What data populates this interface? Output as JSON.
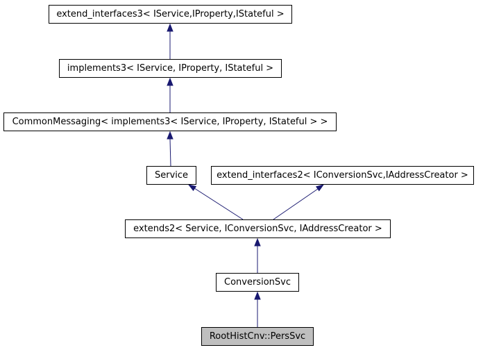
{
  "diagram": {
    "kind": "class-inheritance-graph",
    "nodes": {
      "extend_interfaces3": {
        "label": "extend_interfaces3< IService,IProperty,IStateful >",
        "highlighted": false
      },
      "implements3": {
        "label": "implements3< IService, IProperty, IStateful >",
        "highlighted": false
      },
      "common_messaging": {
        "label": "CommonMessaging< implements3< IService, IProperty, IStateful > >",
        "highlighted": false
      },
      "service": {
        "label": "Service",
        "highlighted": false
      },
      "extend_interfaces2": {
        "label": "extend_interfaces2< IConversionSvc,IAddressCreator >",
        "highlighted": false
      },
      "extends2": {
        "label": "extends2< Service, IConversionSvc, IAddressCreator >",
        "highlighted": false
      },
      "conversion_svc": {
        "label": "ConversionSvc",
        "highlighted": false
      },
      "pers_svc": {
        "label": "RootHistCnv::PersSvc",
        "highlighted": true
      }
    },
    "edges": [
      {
        "from": "implements3",
        "to": "extend_interfaces3",
        "relation": "inherits"
      },
      {
        "from": "common_messaging",
        "to": "implements3",
        "relation": "inherits"
      },
      {
        "from": "service",
        "to": "common_messaging",
        "relation": "inherits"
      },
      {
        "from": "extends2",
        "to": "service",
        "relation": "inherits"
      },
      {
        "from": "extends2",
        "to": "extend_interfaces2",
        "relation": "inherits"
      },
      {
        "from": "conversion_svc",
        "to": "extends2",
        "relation": "inherits"
      },
      {
        "from": "pers_svc",
        "to": "conversion_svc",
        "relation": "inherits"
      }
    ],
    "colors": {
      "edge": "#191970",
      "node_border": "#000000",
      "node_fill": "#ffffff",
      "highlight_fill": "#bfbfbf",
      "text": "#000000",
      "background": "#ffffff"
    }
  }
}
